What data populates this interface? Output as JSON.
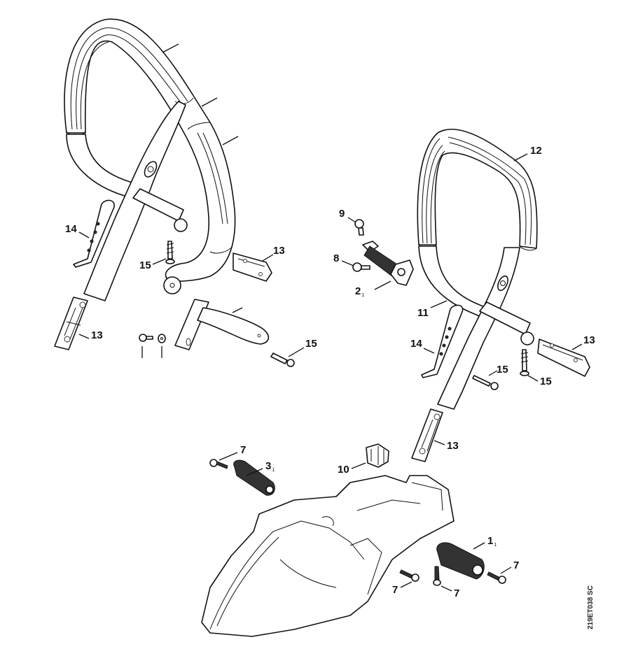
{
  "diagram": {
    "title": "Handlebar / AV system exploded view",
    "drawing_code": "219ET038 SC",
    "labels": {
      "l14_left": "14",
      "l15_left": "15",
      "l13_left_top": "13",
      "l13_left_bottom": "13",
      "l15_left_bottom": "15",
      "l12": "12",
      "l9": "9",
      "l8": "8",
      "l2": "2",
      "l2_sub": "1",
      "l11": "11",
      "l14_right": "14",
      "l15_right_a": "15",
      "l15_right_b": "15",
      "l13_right_top": "13",
      "l13_right_bottom": "13",
      "l7_top": "7",
      "l3": "3",
      "l3_sub": "1",
      "l10": "10",
      "l1": "1",
      "l1_sub": "1",
      "l7_a": "7",
      "l7_b": "7",
      "l7_c": "7"
    }
  }
}
